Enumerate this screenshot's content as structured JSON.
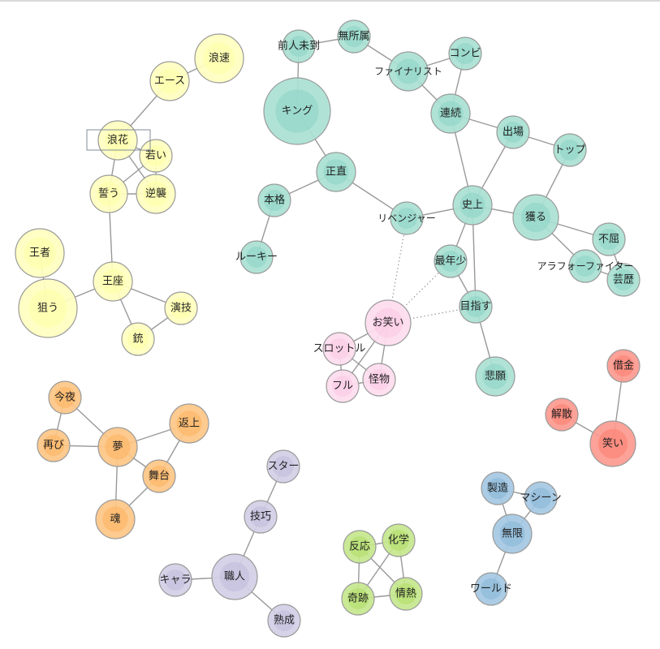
{
  "groups": {
    "yellow": {
      "outer": "#ffffc0",
      "inner": "#ffffa6"
    },
    "teal": {
      "outer": "#a9e1d3",
      "inner": "#8dd3c7"
    },
    "pink": {
      "outer": "#fddcee",
      "inner": "#fbcae5"
    },
    "red": {
      "outer": "#fc9a8f",
      "inner": "#fb8072"
    },
    "orange": {
      "outer": "#fdc585",
      "inner": "#fdb462"
    },
    "purple": {
      "outer": "#d2cfe6",
      "inner": "#c2bedc"
    },
    "green": {
      "outer": "#c6e78e",
      "inner": "#b3de69"
    },
    "blue": {
      "outer": "#a4c8e2",
      "inner": "#8bb8d8"
    }
  },
  "edge_color": "#999999",
  "node_stroke": "#9a9a9a",
  "selected_node": "浪花",
  "nodes": [
    {
      "label": "浪速",
      "group": "yellow"
    },
    {
      "label": "エース",
      "group": "yellow"
    },
    {
      "label": "浪花",
      "group": "yellow"
    },
    {
      "label": "若い",
      "group": "yellow"
    },
    {
      "label": "誓う",
      "group": "yellow"
    },
    {
      "label": "逆襲",
      "group": "yellow"
    },
    {
      "label": "王者",
      "group": "yellow"
    },
    {
      "label": "狙う",
      "group": "yellow"
    },
    {
      "label": "王座",
      "group": "yellow"
    },
    {
      "label": "演技",
      "group": "yellow"
    },
    {
      "label": "銃",
      "group": "yellow"
    },
    {
      "label": "前人未到",
      "group": "teal"
    },
    {
      "label": "無所属",
      "group": "teal"
    },
    {
      "label": "キング",
      "group": "teal"
    },
    {
      "label": "正直",
      "group": "teal"
    },
    {
      "label": "本格",
      "group": "teal"
    },
    {
      "label": "ルーキー",
      "group": "teal"
    },
    {
      "label": "ファイナリスト",
      "group": "teal"
    },
    {
      "label": "コンビ",
      "group": "teal"
    },
    {
      "label": "連続",
      "group": "teal"
    },
    {
      "label": "出場",
      "group": "teal"
    },
    {
      "label": "トップ",
      "group": "teal"
    },
    {
      "label": "リベンジャー",
      "group": "teal"
    },
    {
      "label": "史上",
      "group": "teal"
    },
    {
      "label": "獲る",
      "group": "teal"
    },
    {
      "label": "不屈",
      "group": "teal"
    },
    {
      "label": "アラフォーファイター",
      "group": "teal"
    },
    {
      "label": "芸歴",
      "group": "teal"
    },
    {
      "label": "最年少",
      "group": "teal"
    },
    {
      "label": "目指す",
      "group": "teal"
    },
    {
      "label": "悲願",
      "group": "teal"
    },
    {
      "label": "お笑い",
      "group": "pink"
    },
    {
      "label": "スロットル",
      "group": "pink"
    },
    {
      "label": "フル",
      "group": "pink"
    },
    {
      "label": "怪物",
      "group": "pink"
    },
    {
      "label": "借金",
      "group": "red"
    },
    {
      "label": "解散",
      "group": "red"
    },
    {
      "label": "笑い",
      "group": "red"
    },
    {
      "label": "今夜",
      "group": "orange"
    },
    {
      "label": "再び",
      "group": "orange"
    },
    {
      "label": "夢",
      "group": "orange"
    },
    {
      "label": "返上",
      "group": "orange"
    },
    {
      "label": "舞台",
      "group": "orange"
    },
    {
      "label": "魂",
      "group": "orange"
    },
    {
      "label": "スター",
      "group": "purple"
    },
    {
      "label": "技巧",
      "group": "purple"
    },
    {
      "label": "職人",
      "group": "purple"
    },
    {
      "label": "キャラ",
      "group": "purple"
    },
    {
      "label": "熟成",
      "group": "purple"
    },
    {
      "label": "反応",
      "group": "green"
    },
    {
      "label": "化学",
      "group": "green"
    },
    {
      "label": "奇跡",
      "group": "green"
    },
    {
      "label": "情熱",
      "group": "green"
    },
    {
      "label": "製造",
      "group": "blue"
    },
    {
      "label": "マシーン",
      "group": "blue"
    },
    {
      "label": "無限",
      "group": "blue"
    },
    {
      "label": "ワールド",
      "group": "blue"
    }
  ],
  "edges": [
    [
      "浪速",
      "エース"
    ],
    [
      "エース",
      "浪花"
    ],
    [
      "浪花",
      "若い"
    ],
    [
      "浪花",
      "誓う"
    ],
    [
      "浪花",
      "逆襲"
    ],
    [
      "若い",
      "誓う"
    ],
    [
      "若い",
      "逆襲"
    ],
    [
      "誓う",
      "逆襲"
    ],
    [
      "誓う",
      "王座"
    ],
    [
      "王者",
      "狙う"
    ],
    [
      "狙う",
      "王座"
    ],
    [
      "王座",
      "演技"
    ],
    [
      "王座",
      "銃"
    ],
    [
      "演技",
      "銃"
    ],
    [
      "前人未到",
      "無所属"
    ],
    [
      "前人未到",
      "キング"
    ],
    [
      "キング",
      "正直"
    ],
    [
      "正直",
      "本格"
    ],
    [
      "本格",
      "ルーキー"
    ],
    [
      "正直",
      "リベンジャー"
    ],
    [
      "無所属",
      "ファイナリスト"
    ],
    [
      "ファイナリスト",
      "コンビ"
    ],
    [
      "ファイナリスト",
      "連続"
    ],
    [
      "コンビ",
      "連続"
    ],
    [
      "連続",
      "出場"
    ],
    [
      "連続",
      "史上"
    ],
    [
      "出場",
      "史上"
    ],
    [
      "出場",
      "トップ"
    ],
    [
      "トップ",
      "獲る"
    ],
    [
      "リベンジャー",
      "史上"
    ],
    [
      "史上",
      "獲る"
    ],
    [
      "史上",
      "最年少"
    ],
    [
      "史上",
      "目指す"
    ],
    [
      "最年少",
      "目指す"
    ],
    [
      "目指す",
      "悲願"
    ],
    [
      "獲る",
      "不屈"
    ],
    [
      "獲る",
      "アラフォーファイター"
    ],
    [
      "不屈",
      "芸歴"
    ],
    [
      "アラフォーファイター",
      "芸歴"
    ],
    [
      "お笑い",
      "スロットル"
    ],
    [
      "お笑い",
      "フル"
    ],
    [
      "お笑い",
      "怪物"
    ],
    [
      "スロットル",
      "怪物"
    ],
    [
      "スロットル",
      "フル"
    ],
    [
      "フル",
      "怪物"
    ],
    [
      "借金",
      "笑い"
    ],
    [
      "解散",
      "笑い"
    ],
    [
      "今夜",
      "再び"
    ],
    [
      "今夜",
      "夢"
    ],
    [
      "再び",
      "夢"
    ],
    [
      "夢",
      "返上"
    ],
    [
      "夢",
      "舞台"
    ],
    [
      "返上",
      "舞台"
    ],
    [
      "夢",
      "魂"
    ],
    [
      "舞台",
      "魂"
    ],
    [
      "スター",
      "技巧"
    ],
    [
      "技巧",
      "職人"
    ],
    [
      "キャラ",
      "職人"
    ],
    [
      "職人",
      "熟成"
    ],
    [
      "反応",
      "化学"
    ],
    [
      "反応",
      "奇跡"
    ],
    [
      "反応",
      "情熱"
    ],
    [
      "化学",
      "奇跡"
    ],
    [
      "化学",
      "情熱"
    ],
    [
      "奇跡",
      "情熱"
    ],
    [
      "製造",
      "マシーン"
    ],
    [
      "製造",
      "無限"
    ],
    [
      "マシーン",
      "無限"
    ],
    [
      "無限",
      "ワールド"
    ]
  ],
  "dotted_edges": [
    [
      "お笑い",
      "リベンジャー"
    ],
    [
      "お笑い",
      "最年少"
    ],
    [
      "お笑い",
      "目指す"
    ]
  ]
}
